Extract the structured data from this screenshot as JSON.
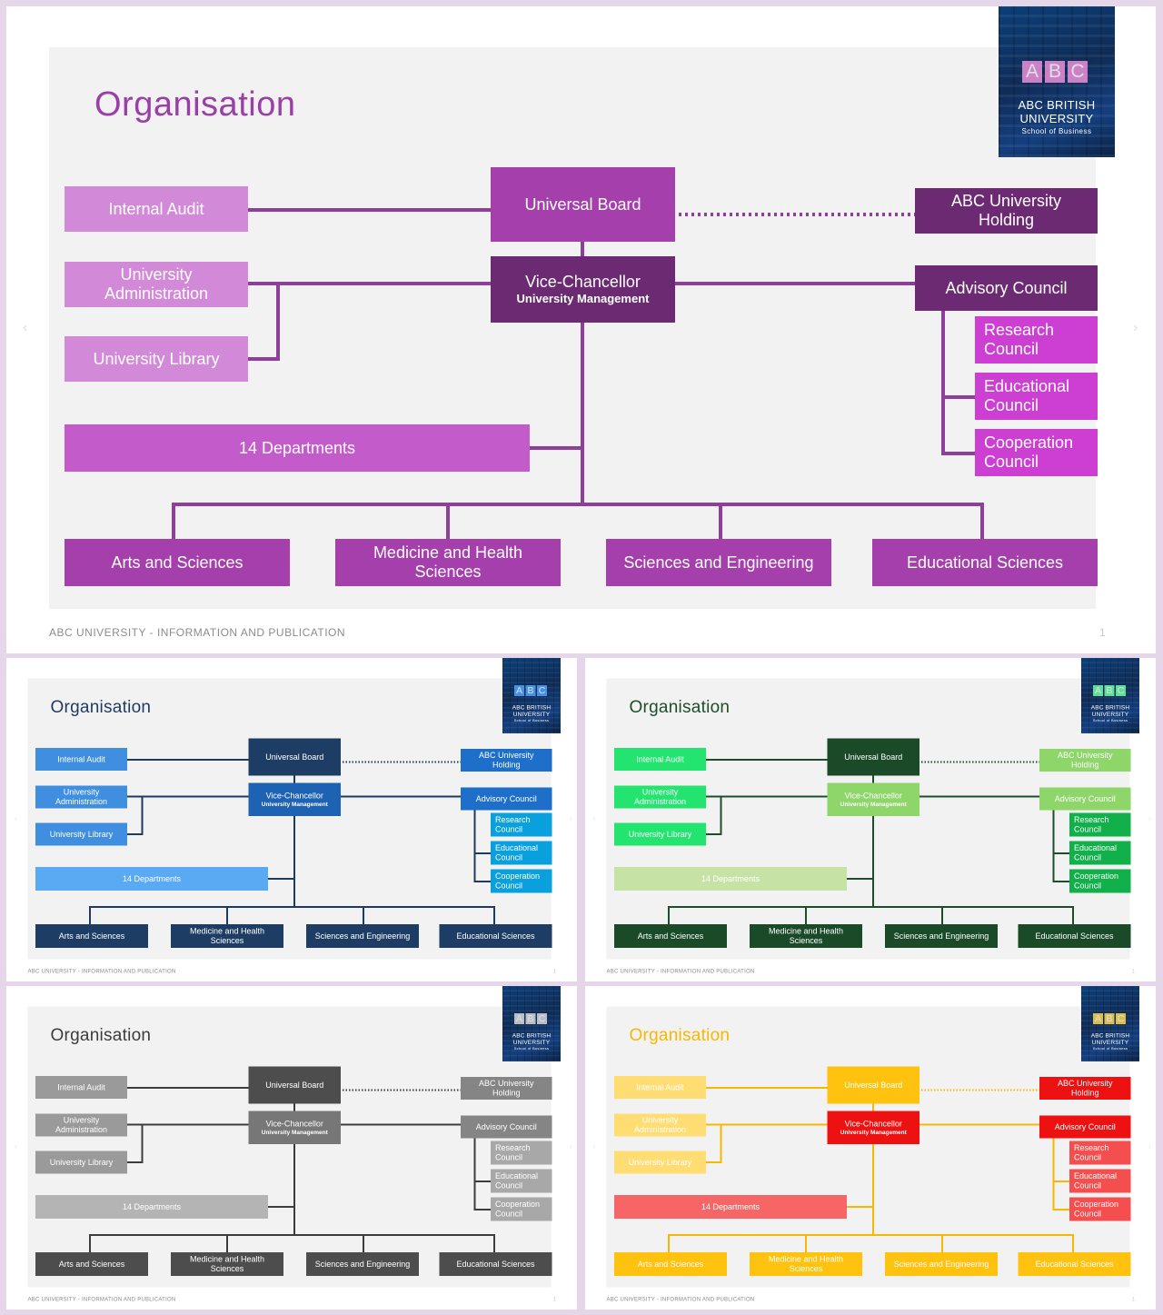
{
  "slide": {
    "title": "Organisation",
    "footer": "ABC UNIVERSITY - INFORMATION AND PUBLICATION",
    "page_number": "1",
    "logo": {
      "letters": [
        "A",
        "B",
        "C"
      ],
      "name_line1": "ABC BRITISH",
      "name_line2": "UNIVERSITY",
      "subtitle": "School of Business"
    },
    "nodes": {
      "internal_audit": "Internal Audit",
      "university_administration": "University Administration",
      "university_library": "University Library",
      "departments": "14 Departments",
      "universal_board": "Universal Board",
      "vice_chancellor": "Vice-Chancellor",
      "university_management": "University Management",
      "abc_holding": "ABC University Holding",
      "advisory_council": "Advisory Council",
      "research_council": "Research Council",
      "educational_council": "Educational Council",
      "cooperation_council": "Cooperation Council",
      "arts_sciences": "Arts and Sciences",
      "medicine_health": "Medicine and Health Sciences",
      "sciences_engineering": "Sciences and Engineering",
      "educational_sciences": "Educational Sciences"
    }
  },
  "themes": [
    {
      "name": "purple",
      "title_color": "#9a3ea8",
      "line_color": "#8e3f9a",
      "logo_letters": "#ee90d8",
      "colors": {
        "internal_audit": "#d28ad8",
        "university_administration": "#d28ad8",
        "university_library": "#d28ad8",
        "departments": "#c45bcb",
        "universal_board": "#a43fab",
        "vice_chancellor": "#6c2a72",
        "abc_holding": "#6c2a72",
        "advisory_council": "#6c2a72",
        "research_council": "#cc3fd2",
        "educational_council": "#cc3fd2",
        "cooperation_council": "#cc3fd2",
        "arts_sciences": "#a43fab",
        "medicine_health": "#a43fab",
        "sciences_engineering": "#a43fab",
        "educational_sciences": "#a43fab"
      }
    },
    {
      "name": "blue",
      "title_color": "#1f3a5f",
      "line_color": "#1f3a5f",
      "logo_letters": "#4fa3ff",
      "colors": {
        "internal_audit": "#3f8ee0",
        "university_administration": "#3f8ee0",
        "university_library": "#3f8ee0",
        "departments": "#59a9f3",
        "universal_board": "#1e3d64",
        "vice_chancellor": "#1e63b3",
        "abc_holding": "#1e6fca",
        "advisory_council": "#1e6fca",
        "research_council": "#0aa0dd",
        "educational_council": "#0aa0dd",
        "cooperation_council": "#0aa0dd",
        "arts_sciences": "#1e3d64",
        "medicine_health": "#1e3d64",
        "sciences_engineering": "#1e3d64",
        "educational_sciences": "#1e3d64"
      }
    },
    {
      "name": "green",
      "title_color": "#1e4d2b",
      "line_color": "#1e4d2b",
      "logo_letters": "#6dffa0",
      "colors": {
        "internal_audit": "#22e46e",
        "university_administration": "#22e46e",
        "university_library": "#22e46e",
        "departments": "#c6e3a5",
        "universal_board": "#1a4a28",
        "vice_chancellor": "#8fd66a",
        "abc_holding": "#8fd66a",
        "advisory_council": "#8fd66a",
        "research_council": "#12b04a",
        "educational_council": "#12b04a",
        "cooperation_council": "#12b04a",
        "arts_sciences": "#1a4a28",
        "medicine_health": "#1a4a28",
        "sciences_engineering": "#1a4a28",
        "educational_sciences": "#1a4a28"
      }
    },
    {
      "name": "gray",
      "title_color": "#3c3c3c",
      "line_color": "#3c3c3c",
      "logo_letters": "#d8d8d8",
      "colors": {
        "internal_audit": "#9a9a9a",
        "university_administration": "#9a9a9a",
        "university_library": "#9a9a9a",
        "departments": "#b4b4b4",
        "universal_board": "#4d4d4d",
        "vice_chancellor": "#777777",
        "abc_holding": "#858585",
        "advisory_council": "#858585",
        "research_council": "#a8a8a8",
        "educational_council": "#a8a8a8",
        "cooperation_council": "#a8a8a8",
        "arts_sciences": "#4d4d4d",
        "medicine_health": "#4d4d4d",
        "sciences_engineering": "#4d4d4d",
        "educational_sciences": "#4d4d4d"
      }
    },
    {
      "name": "yellow-red",
      "title_color": "#f6b800",
      "line_color": "#f6b800",
      "logo_letters": "#ffd84a",
      "colors": {
        "internal_audit": "#ffdd73",
        "university_administration": "#ffdd73",
        "university_library": "#ffdd73",
        "departments": "#f76666",
        "universal_board": "#ffc20e",
        "vice_chancellor": "#ee1111",
        "abc_holding": "#ee1111",
        "advisory_council": "#ee1111",
        "research_council": "#f54e4e",
        "educational_council": "#f54e4e",
        "cooperation_council": "#f54e4e",
        "arts_sciences": "#ffc20e",
        "medicine_health": "#ffc20e",
        "sciences_engineering": "#ffc20e",
        "educational_sciences": "#ffc20e"
      }
    }
  ]
}
